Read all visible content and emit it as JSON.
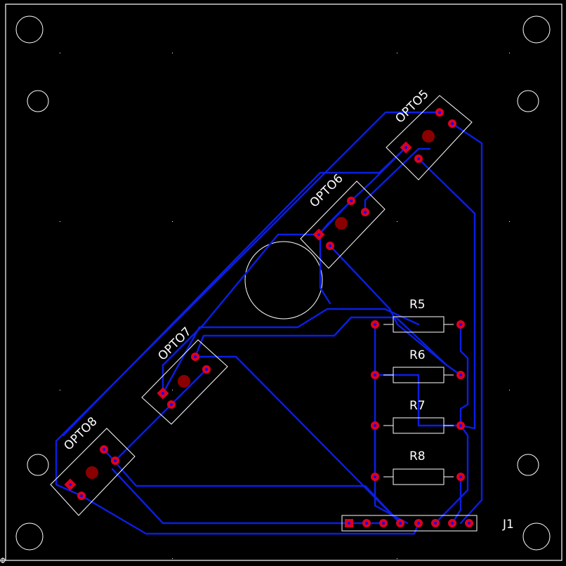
{
  "colors": {
    "background": "#000000",
    "outline": "#ffffff",
    "trace": "#0b1ee6",
    "pad": "#e0001e",
    "pad_hole": "#0008ff",
    "led_center": "#8a0000",
    "silk": "#ffffff"
  },
  "components": {
    "opto5": "OPTO5",
    "opto6": "OPTO6",
    "opto7": "OPTO7",
    "opto8": "OPTO8",
    "r5": "R5",
    "r6": "R6",
    "r7": "R7",
    "r8": "R8",
    "j1": "J1"
  },
  "icons": {
    "mounting_hole": "circle-outline-icon",
    "origin_marker": "origin-crosshair-icon"
  }
}
